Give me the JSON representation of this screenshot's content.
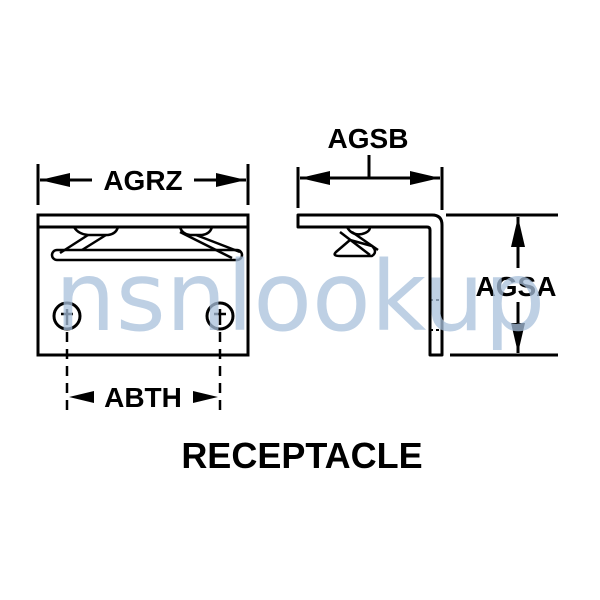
{
  "diagram": {
    "title": "RECEPTACLE",
    "watermark": "nsnlookup",
    "dimensions": {
      "front_width": "AGRZ",
      "hole_spacing": "ABTH",
      "side_depth": "AGSB",
      "side_height": "AGSA"
    },
    "views": [
      "front-view",
      "side-view"
    ],
    "colors": {
      "line": "#000000",
      "background": "#ffffff",
      "watermark": "#a9c1dc"
    }
  }
}
